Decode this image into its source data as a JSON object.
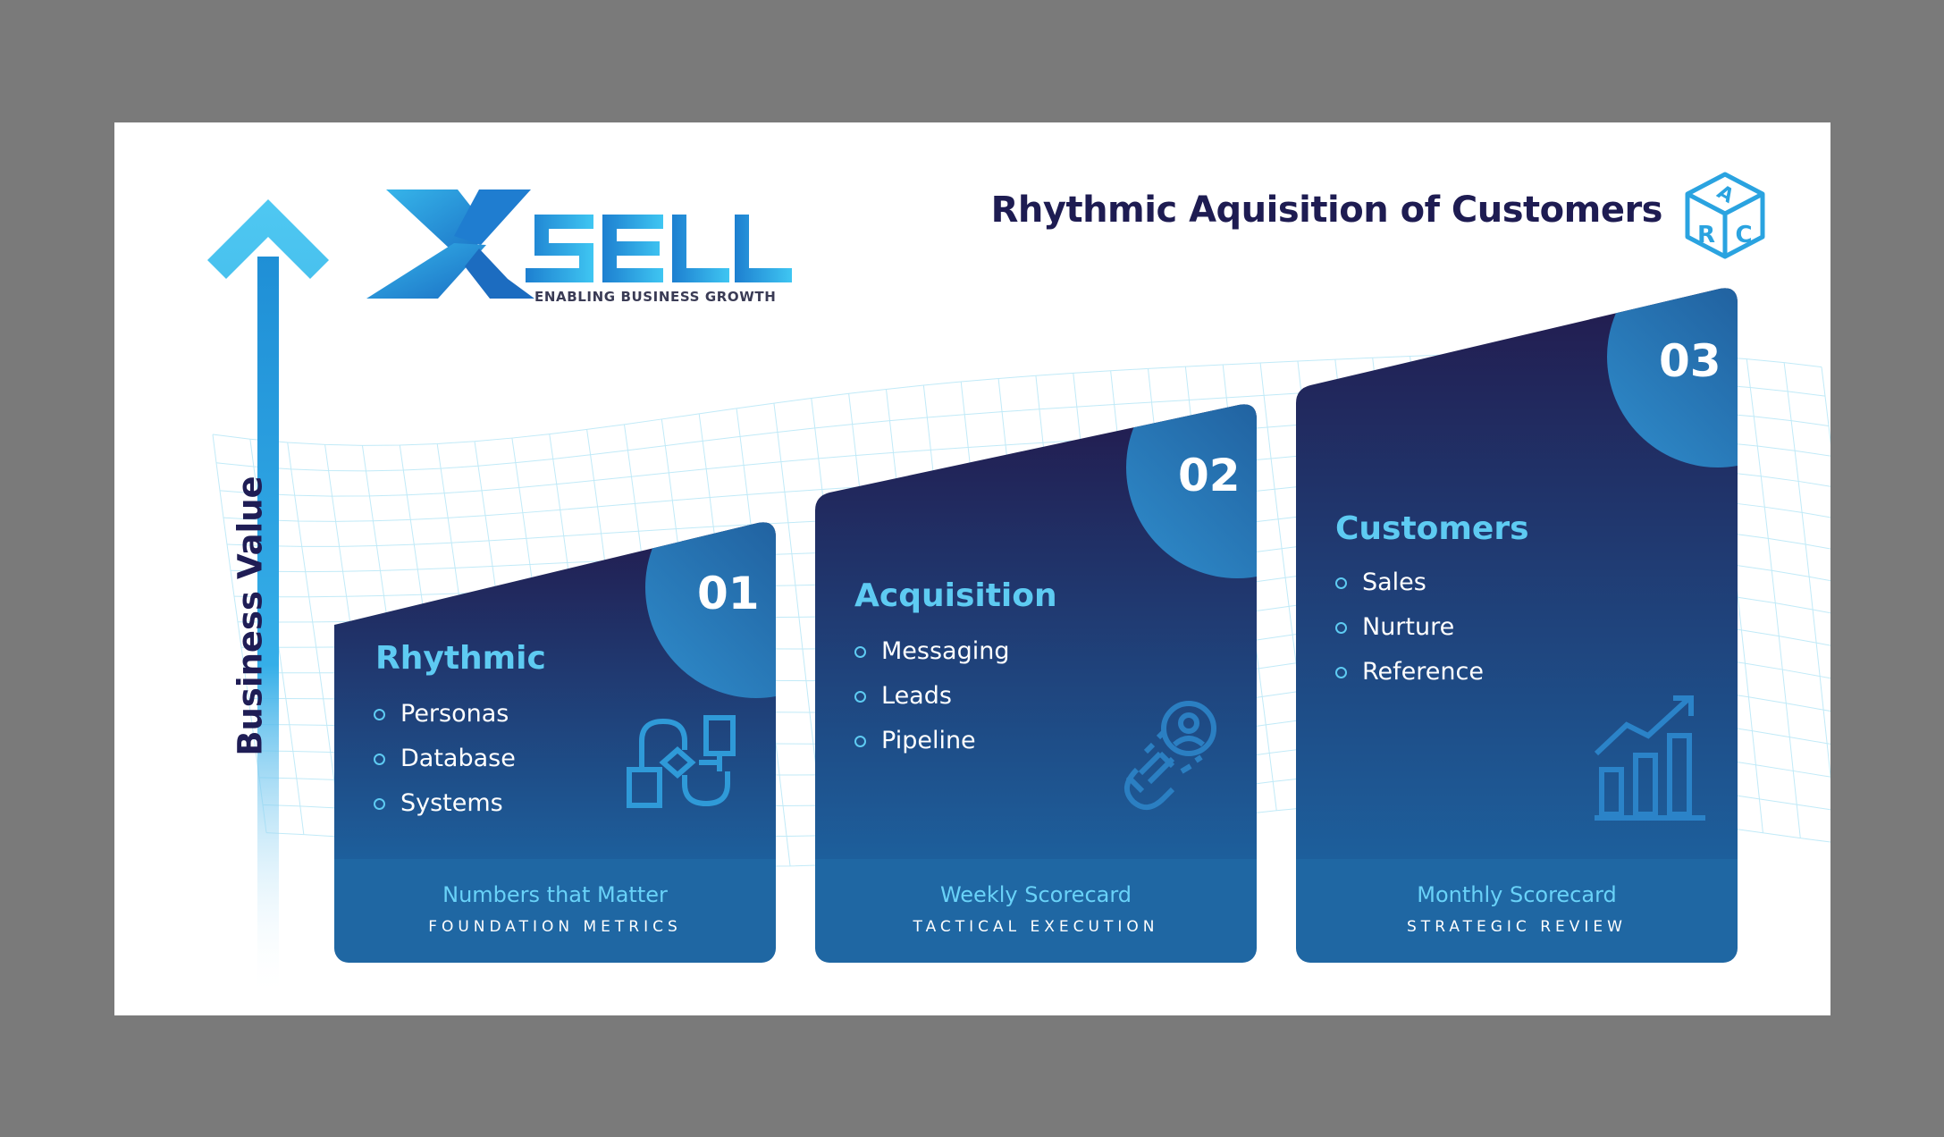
{
  "logo": {
    "wordmark": "XSELL",
    "tagline": "ENABLING BUSINESS GROWTH"
  },
  "header": {
    "title": "Rhythmic Aquisition of Customers"
  },
  "arc_badge": {
    "letters": [
      "A",
      "R",
      "C"
    ]
  },
  "axis": {
    "label": "Business Value"
  },
  "cards": [
    {
      "number": "01",
      "heading": "Rhythmic",
      "items": [
        "Personas",
        "Database",
        "Systems"
      ],
      "icon": "flow-process-icon",
      "footer_title": "Numbers that Matter",
      "footer_subtitle": "FOUNDATION METRICS"
    },
    {
      "number": "02",
      "heading": "Acquisition",
      "items": [
        "Messaging",
        "Leads",
        "Pipeline"
      ],
      "icon": "magnet-user-icon",
      "footer_title": "Weekly Scorecard",
      "footer_subtitle": "TACTICAL EXECUTION"
    },
    {
      "number": "03",
      "heading": "Customers",
      "items": [
        "Sales",
        "Nurture",
        "Reference"
      ],
      "icon": "growth-chart-icon",
      "footer_title": "Monthly Scorecard",
      "footer_subtitle": "STRATEGIC REVIEW"
    }
  ],
  "colors": {
    "card_top_dark": "#221b4e",
    "card_bottom_blue": "#1d5f9c",
    "accent_cyan": "#5ecbf2",
    "title_navy": "#1e1c52"
  }
}
